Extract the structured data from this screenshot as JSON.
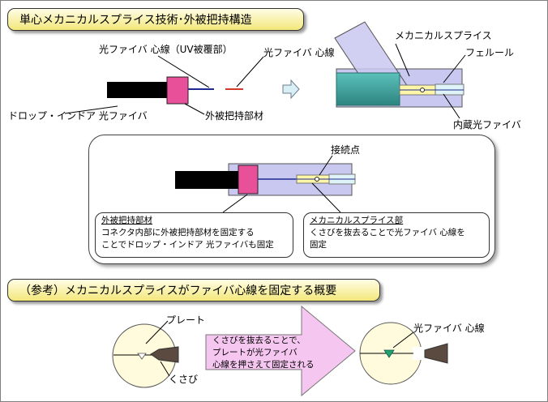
{
  "header_main": "単心メカニカルスプライス技術･外被把持構造",
  "header_ref": "（参考）メカニカルスプライスがファイバ心線を固定する概要",
  "top_left": {
    "coated_fiber": "光ファイバ 心線（UV被覆部）",
    "bare_fiber": "光ファイバ 心線",
    "drop_fiber": "ドロップ・インドア 光ファイバ",
    "jacket_holder": "外被把持部材"
  },
  "top_right": {
    "mech_splice": "メカニカルスプライス",
    "ferrule": "フェルール",
    "internal_fiber": "内蔵光ファイバ"
  },
  "mid": {
    "connection_point": "接続点",
    "jacket_title": "外被把持部材",
    "jacket_desc_1": "コネクタ内部に外被把持部材を固定する",
    "jacket_desc_2": "ことでドロップ・インドア 光ファイバも固定",
    "splice_title": "メカニカルスプライス部",
    "splice_desc_1": "くさびを抜去ることで光ファイバ 心線を",
    "splice_desc_2": "固定"
  },
  "bottom": {
    "plate": "プレート",
    "wedge": "くさび",
    "fiber": "光ファイバ 心線",
    "arrow_1": "くさびを抜去ることで、",
    "arrow_2": "プレートが光ファイバ",
    "arrow_3": "心線を押さえて固定される"
  },
  "colors": {
    "banner": "#f3e77a",
    "splice_body": "#c9c8f0",
    "ferrule": "#dff4f8",
    "teal": "#3a9e9a",
    "jacket_holder": "#e8509a",
    "arrow_fill": "#f5c6f0",
    "circle": "#fffbdc"
  }
}
